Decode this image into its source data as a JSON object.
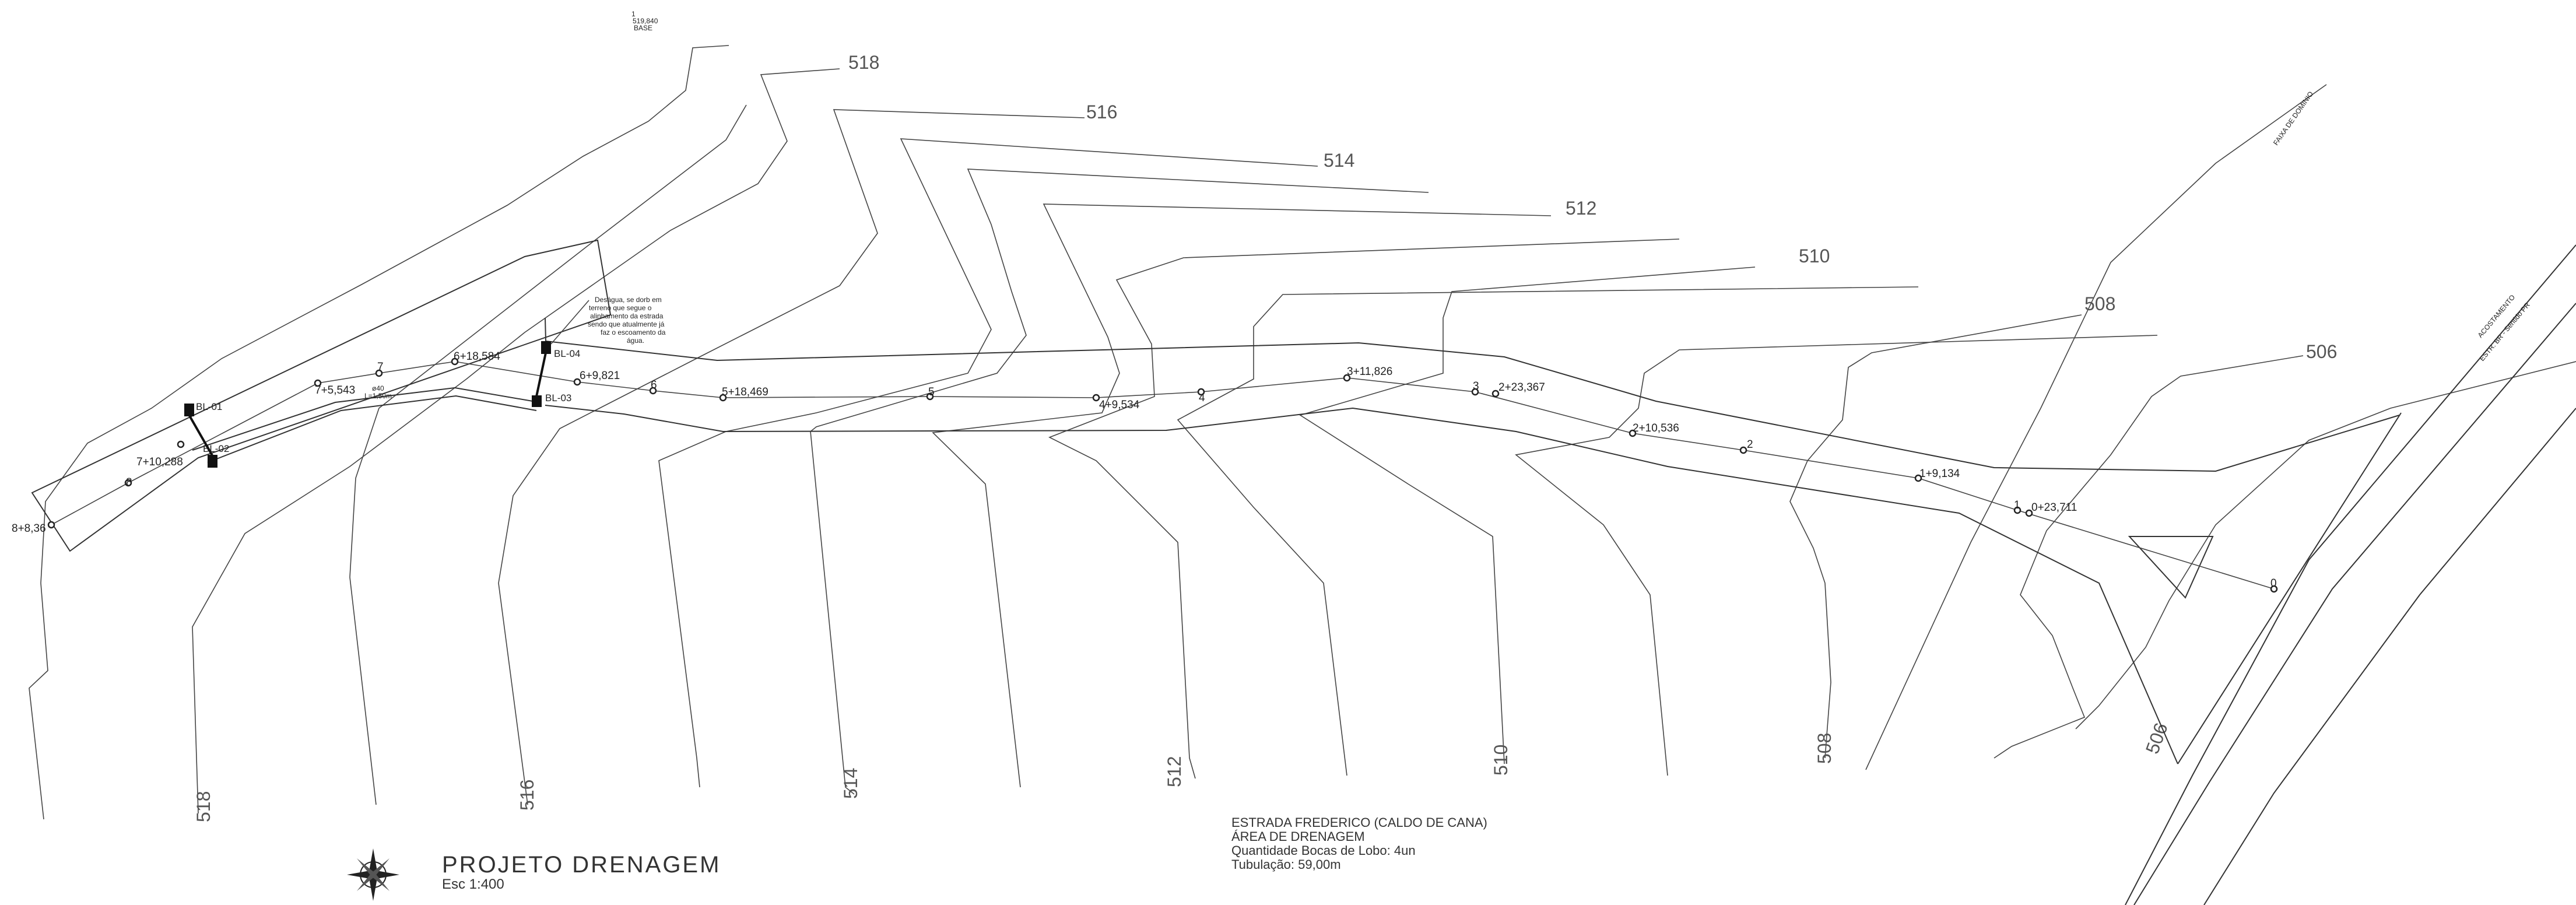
{
  "base_marker": {
    "line1": "1",
    "line2": "519,840",
    "line3": "BASE"
  },
  "contours": {
    "c518": "518",
    "c516": "516",
    "c514": "514",
    "c512": "512",
    "c510": "510",
    "c508": "508",
    "c506": "506"
  },
  "stations": {
    "s0": "0+23,711",
    "s1": "1+9,134",
    "s2": "2",
    "s2b": "2+10,536",
    "s3": "3",
    "s3b": "2+23,367",
    "s3c": "3+11,826",
    "s4": "4",
    "s4b": "4+9,534",
    "s5": "5",
    "s5b": "5+18,469",
    "s6": "6",
    "s6b": "6+9,821",
    "s6c": "6+18,584",
    "s7": "7",
    "s7b": "7+5,543",
    "s7c": "7+10,288",
    "s8": "8",
    "s8b": "8+8,36",
    "s1b": "1",
    "s0b": "0"
  },
  "bocas": {
    "bl01": "BL-01",
    "bl02": "BL-02",
    "bl03": "BL-03",
    "bl04": "BL-04"
  },
  "pipe_note": {
    "line1": "ø40",
    "line2": "L=1,50m"
  },
  "note": [
    "Deságua, se dorb em",
    "terreno  que segue o",
    "alinhamento da estrada",
    "sendo que atualmente já",
    "faz o escoamento da",
    "água."
  ],
  "edge_labels": {
    "faixa": "FAIXA DE DOMINIO",
    "acostamento": "ACOSTAMENTO",
    "road": "ESTR. BR - Sentido PR"
  },
  "title": {
    "main": "PROJETO DRENAGEM",
    "scale": "Esc 1:400"
  },
  "info": {
    "line1": "ESTRADA FREDERICO (CALDO DE CANA)",
    "line2": "ÁREA DE DRENAGEM",
    "line3": "Quantidade Bocas de Lobo: 4un",
    "line4": "Tubulação: 59,00m"
  },
  "colors": {
    "line": "#333333",
    "background": "#ffffff"
  }
}
